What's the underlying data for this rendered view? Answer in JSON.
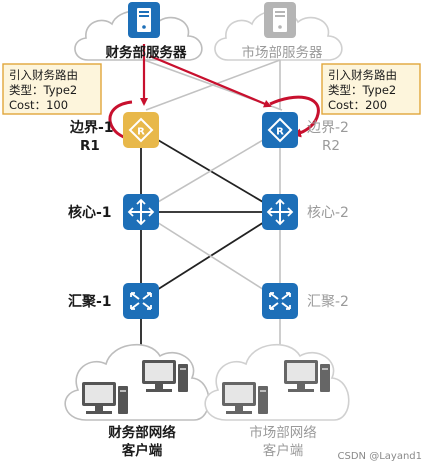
{
  "servers": {
    "finance": {
      "label": "财务部服务器"
    },
    "market": {
      "label": "市场部服务器"
    }
  },
  "callouts": {
    "left": {
      "line1": "引入财务路由",
      "line2": "类型：Type2",
      "line3": "Cost：100"
    },
    "right": {
      "line1": "引入财务路由",
      "line2": "类型：Type2",
      "line3": "Cost：200"
    }
  },
  "nodes": {
    "border1": {
      "label": "边界-1",
      "sub": "R1"
    },
    "border2": {
      "label": "边界-2",
      "sub": "R2"
    },
    "core1": {
      "label": "核心-1"
    },
    "core2": {
      "label": "核心-2"
    },
    "agg1": {
      "label": "汇聚-1"
    },
    "agg2": {
      "label": "汇聚-2"
    }
  },
  "clients": {
    "finance": {
      "line1": "财务部网络",
      "line2": "客户端"
    },
    "market": {
      "line1": "市场部网络",
      "line2": "客户端"
    }
  },
  "watermark": "CSDN @Layand1",
  "colors": {
    "router_yellow": "#e8b84a",
    "device_blue": "#1d6fb8",
    "device_blue_dark": "#0f4f8c",
    "link_black": "#222222",
    "link_gray": "#c2c2c2",
    "route_red": "#c8102e",
    "callout_bg": "#fdf5dc",
    "callout_border": "#e0a63b",
    "cloud_stroke": "#bdbdbd",
    "faded_text": "#9a9a9a",
    "icon_router": "router-icon",
    "icon_switch": "switch-icon",
    "icon_server": "server-icon",
    "icon_pc": "pc-icon",
    "icon_cloud": "cloud-icon"
  }
}
